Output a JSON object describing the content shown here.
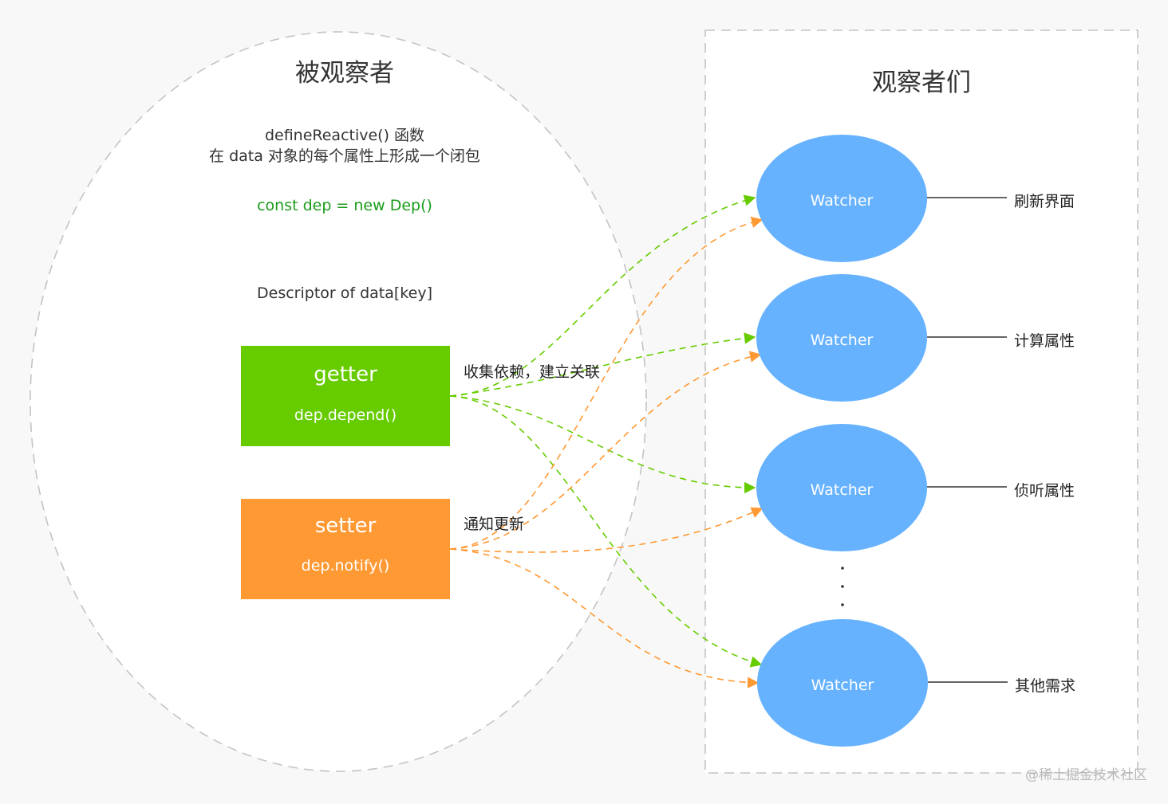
{
  "observed": {
    "title": "被观察者",
    "line1": "defineReactive() 函数",
    "line2": "在 data 对象的每个属性上形成一个闭包",
    "code": "const dep = new Dep()",
    "descriptor": "Descriptor of data[key]",
    "getter": {
      "title": "getter",
      "sub": "dep.depend()",
      "color": "#66cc00"
    },
    "setter": {
      "title": "setter",
      "sub": "dep.notify()",
      "color": "#ff9933"
    }
  },
  "edges": {
    "getter_label": "收集依赖，建立关联",
    "setter_label": "通知更新",
    "getter_color": "#66cc00",
    "setter_color": "#ff9933"
  },
  "observers": {
    "title": "观察者们",
    "watcher_color": "#66b2ff",
    "watchers": [
      {
        "label": "Watcher",
        "role": "刷新界面"
      },
      {
        "label": "Watcher",
        "role": "计算属性"
      },
      {
        "label": "Watcher",
        "role": "侦听属性"
      },
      {
        "label": "Watcher",
        "role": "其他需求"
      }
    ],
    "ellipsis": "⋮"
  },
  "watermark": "@稀土掘金技术社区"
}
